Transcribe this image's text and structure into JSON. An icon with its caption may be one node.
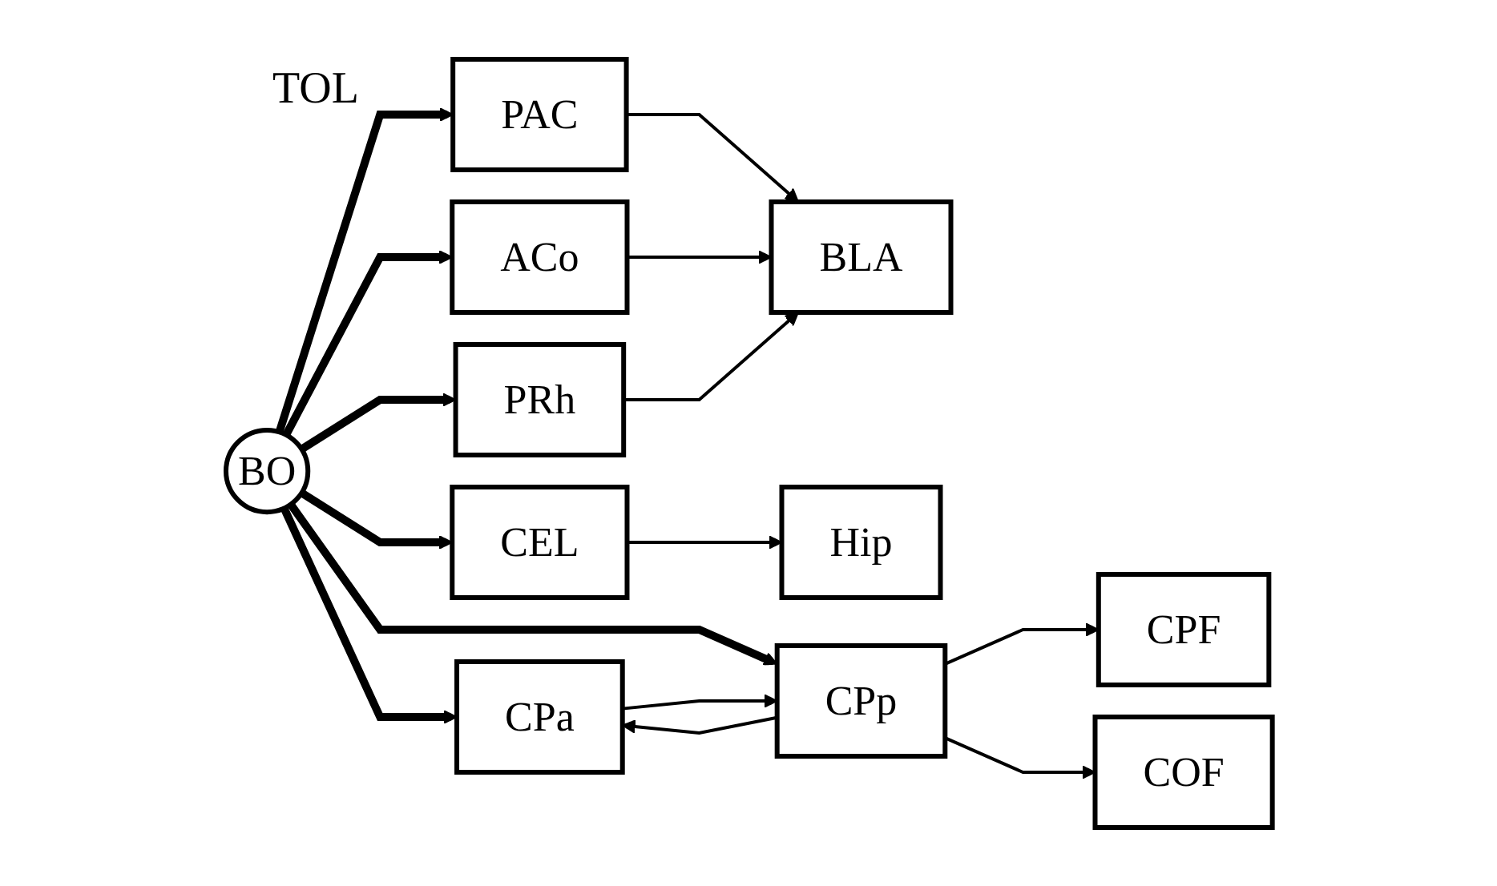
{
  "diagram": {
    "nodes": [
      {
        "text": [
          "BO"
        ]
      },
      {
        "text": [
          "PAC"
        ]
      },
      {
        "text": [
          "ACo"
        ]
      },
      {
        "text": [
          "BLA"
        ]
      },
      {
        "text": [
          "PRh"
        ]
      },
      {
        "text": [
          "CEL"
        ]
      },
      {
        "text": [
          "Hip"
        ]
      },
      {
        "text": [
          "CPa"
        ]
      },
      {
        "text": [
          "CPp"
        ]
      },
      {
        "text": [
          "CPF"
        ]
      },
      {
        "text": [
          "COF"
        ]
      }
    ],
    "edges": [
      {
        "from": 0,
        "to": 1,
        "arrow": "to",
        "style": "thick"
      },
      {
        "from": 0,
        "to": 2,
        "arrow": "to",
        "style": "thick"
      },
      {
        "from": 0,
        "to": 4,
        "arrow": "to",
        "style": "thick"
      },
      {
        "from": 0,
        "to": 5,
        "arrow": "to",
        "style": "thick"
      },
      {
        "from": 0,
        "to": 7,
        "arrow": "to",
        "style": "thick"
      },
      {
        "from": 0,
        "to": 8,
        "arrow": "to",
        "style": "thick"
      },
      {
        "from": 1,
        "to": 3,
        "arrow": "to"
      },
      {
        "from": 2,
        "to": 3,
        "arrow": "to"
      },
      {
        "from": 4,
        "to": 3,
        "arrow": "to"
      },
      {
        "from": 5,
        "to": 6,
        "arrow": "to"
      },
      {
        "from": 7,
        "to": 8,
        "arrow": "to"
      },
      {
        "from": 8,
        "to": 7,
        "arrow": "to"
      },
      {
        "from": 8,
        "to": 9,
        "arrow": "to"
      },
      {
        "from": 8,
        "to": 10,
        "arrow": "to"
      }
    ],
    "labels": [
      "TOL"
    ]
  }
}
